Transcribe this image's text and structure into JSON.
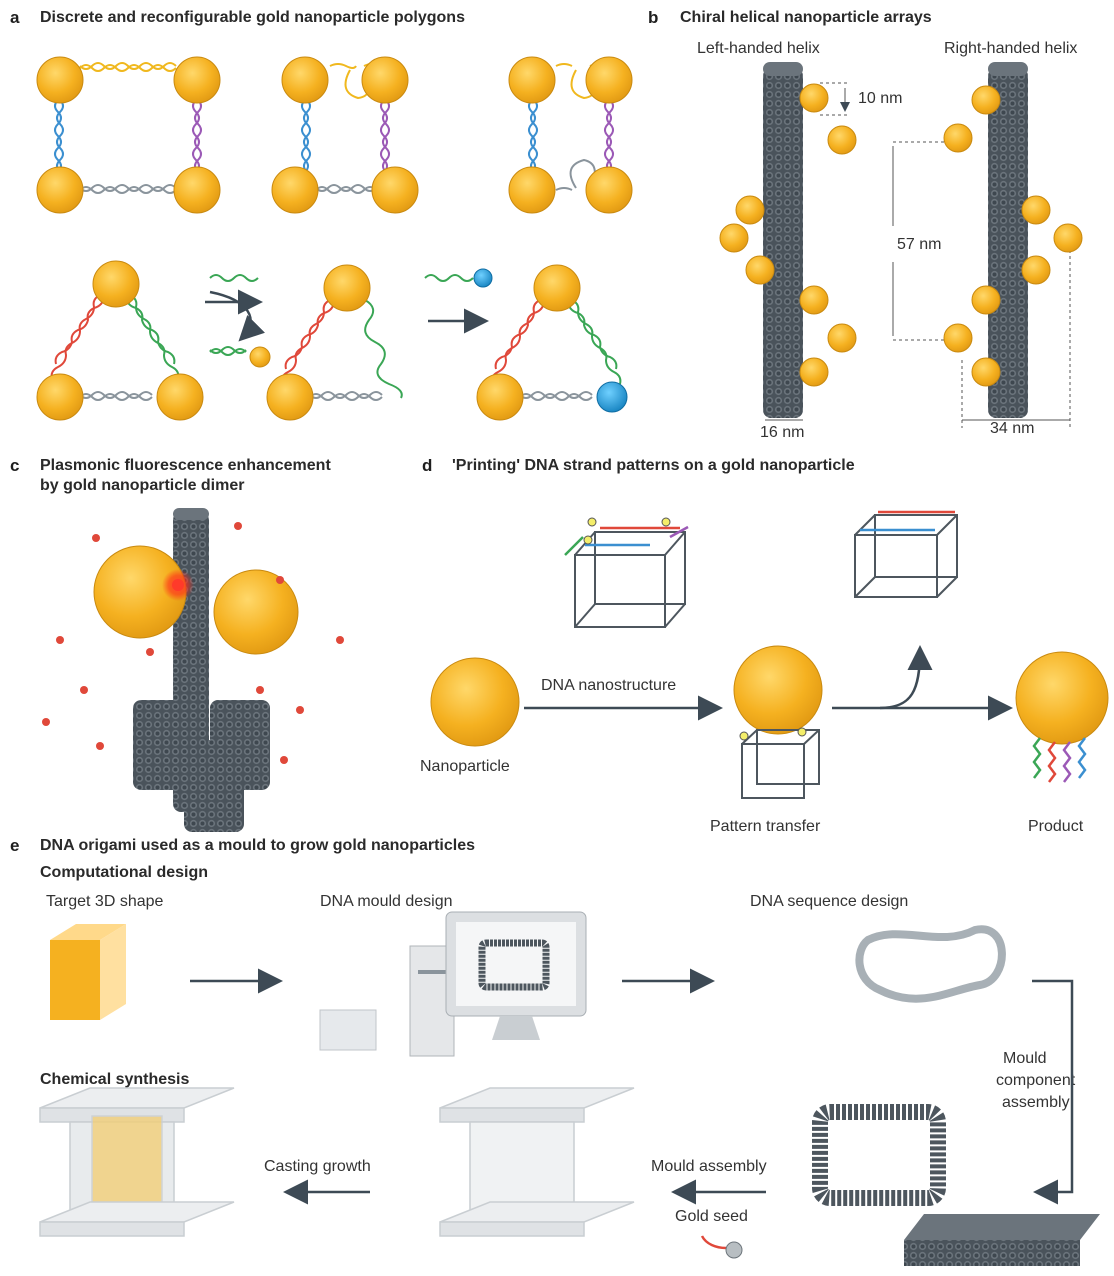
{
  "panels": {
    "a": {
      "letter": "a",
      "title": "Discrete and reconfigurable gold nanoparticle polygons"
    },
    "b": {
      "letter": "b",
      "title": "Chiral helical nanoparticle arrays",
      "left_label": "Left-handed helix",
      "right_label": "Right-handed helix",
      "dim_10": "10 nm",
      "dim_57": "57 nm",
      "dim_16": "16 nm",
      "dim_34": "34 nm"
    },
    "c": {
      "letter": "c",
      "title_line1": "Plasmonic fluorescence enhancement",
      "title_line2": "by gold nanoparticle dimer"
    },
    "d": {
      "letter": "d",
      "title": "'Printing' DNA strand patterns on a gold nanoparticle",
      "nanoparticle": "Nanoparticle",
      "dna_nanostructure": "DNA nanostructure",
      "pattern_transfer": "Pattern transfer",
      "product": "Product"
    },
    "e": {
      "letter": "e",
      "title": "DNA origami used as a mould to grow gold nanoparticles",
      "computational": "Computational design",
      "target": "Target 3D shape",
      "mould_design": "DNA mould design",
      "sequence_design": "DNA sequence design",
      "mould_component_1": "Mould",
      "mould_component_2": "component",
      "mould_component_3": "assembly",
      "chemical": "Chemical synthesis",
      "casting": "Casting growth",
      "mould_assembly": "Mould assembly",
      "gold_seed": "Gold seed"
    }
  },
  "colors": {
    "gold": "#f5b120",
    "gold_edge": "#c98a10",
    "blue_np": "#1e9fd8",
    "dna_blue": "#3b8fd0",
    "dna_purple": "#9b59b6",
    "dna_green": "#3aa655",
    "dna_red": "#e0483a",
    "dna_yellow": "#f0b81e",
    "dna_grey": "#8a949c",
    "origami": "#4d565e",
    "arrow": "#3d4a55"
  }
}
